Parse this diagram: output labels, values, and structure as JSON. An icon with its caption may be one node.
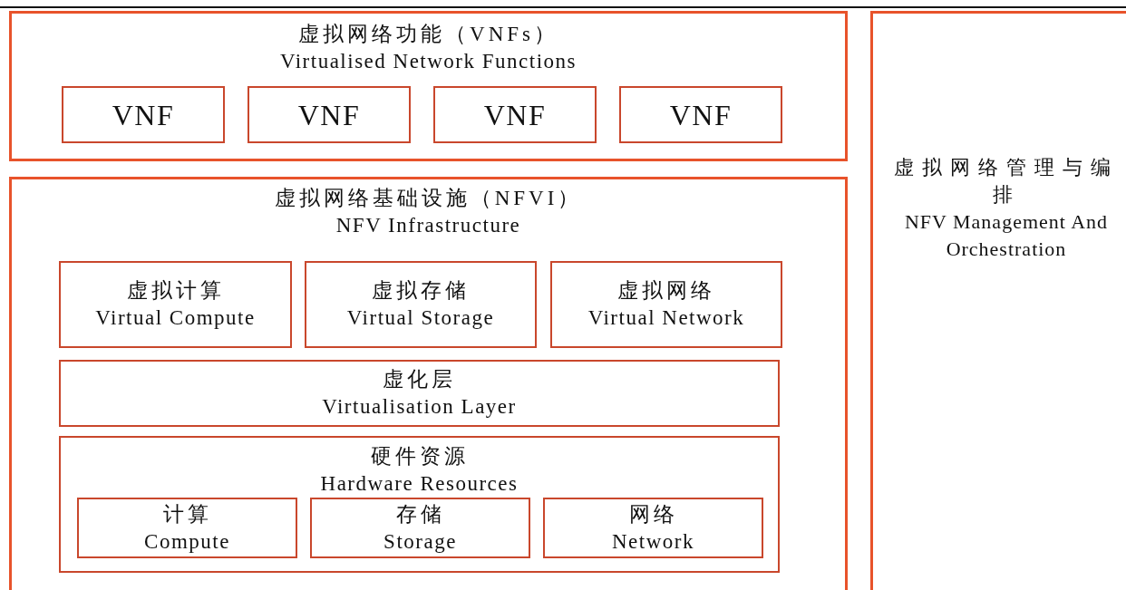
{
  "diagram": {
    "nodes": [
      {
        "text": [
          "虚拟网络功能（VNFs）",
          "Virtualised Network Functions"
        ]
      },
      {
        "text": [
          "VNF"
        ],
        "in": 0
      },
      {
        "text": [
          "VNF"
        ],
        "in": 0
      },
      {
        "text": [
          "VNF"
        ],
        "in": 0
      },
      {
        "text": [
          "VNF"
        ],
        "in": 0
      },
      {
        "text": [
          "虚拟网络基础设施（NFVI）",
          "NFV Infrastructure"
        ]
      },
      {
        "text": [
          "虚拟计算",
          "Virtual Compute"
        ],
        "in": 5
      },
      {
        "text": [
          "虚拟存储",
          "Virtual Storage"
        ],
        "in": 5
      },
      {
        "text": [
          "虚拟网络",
          "Virtual Network"
        ],
        "in": 5
      },
      {
        "text": [
          "虚化层",
          "Virtualisation Layer"
        ],
        "in": 5
      },
      {
        "text": [
          "硬件资源",
          "Hardware Resources"
        ],
        "in": 5
      },
      {
        "text": [
          "计算",
          "Compute"
        ],
        "in": 10
      },
      {
        "text": [
          "存储",
          "Storage"
        ],
        "in": 10
      },
      {
        "text": [
          "网络",
          "Network"
        ],
        "in": 10
      },
      {
        "text": [
          "虚拟网络管理与编排",
          "NFV Management And Orchestration"
        ]
      }
    ]
  }
}
